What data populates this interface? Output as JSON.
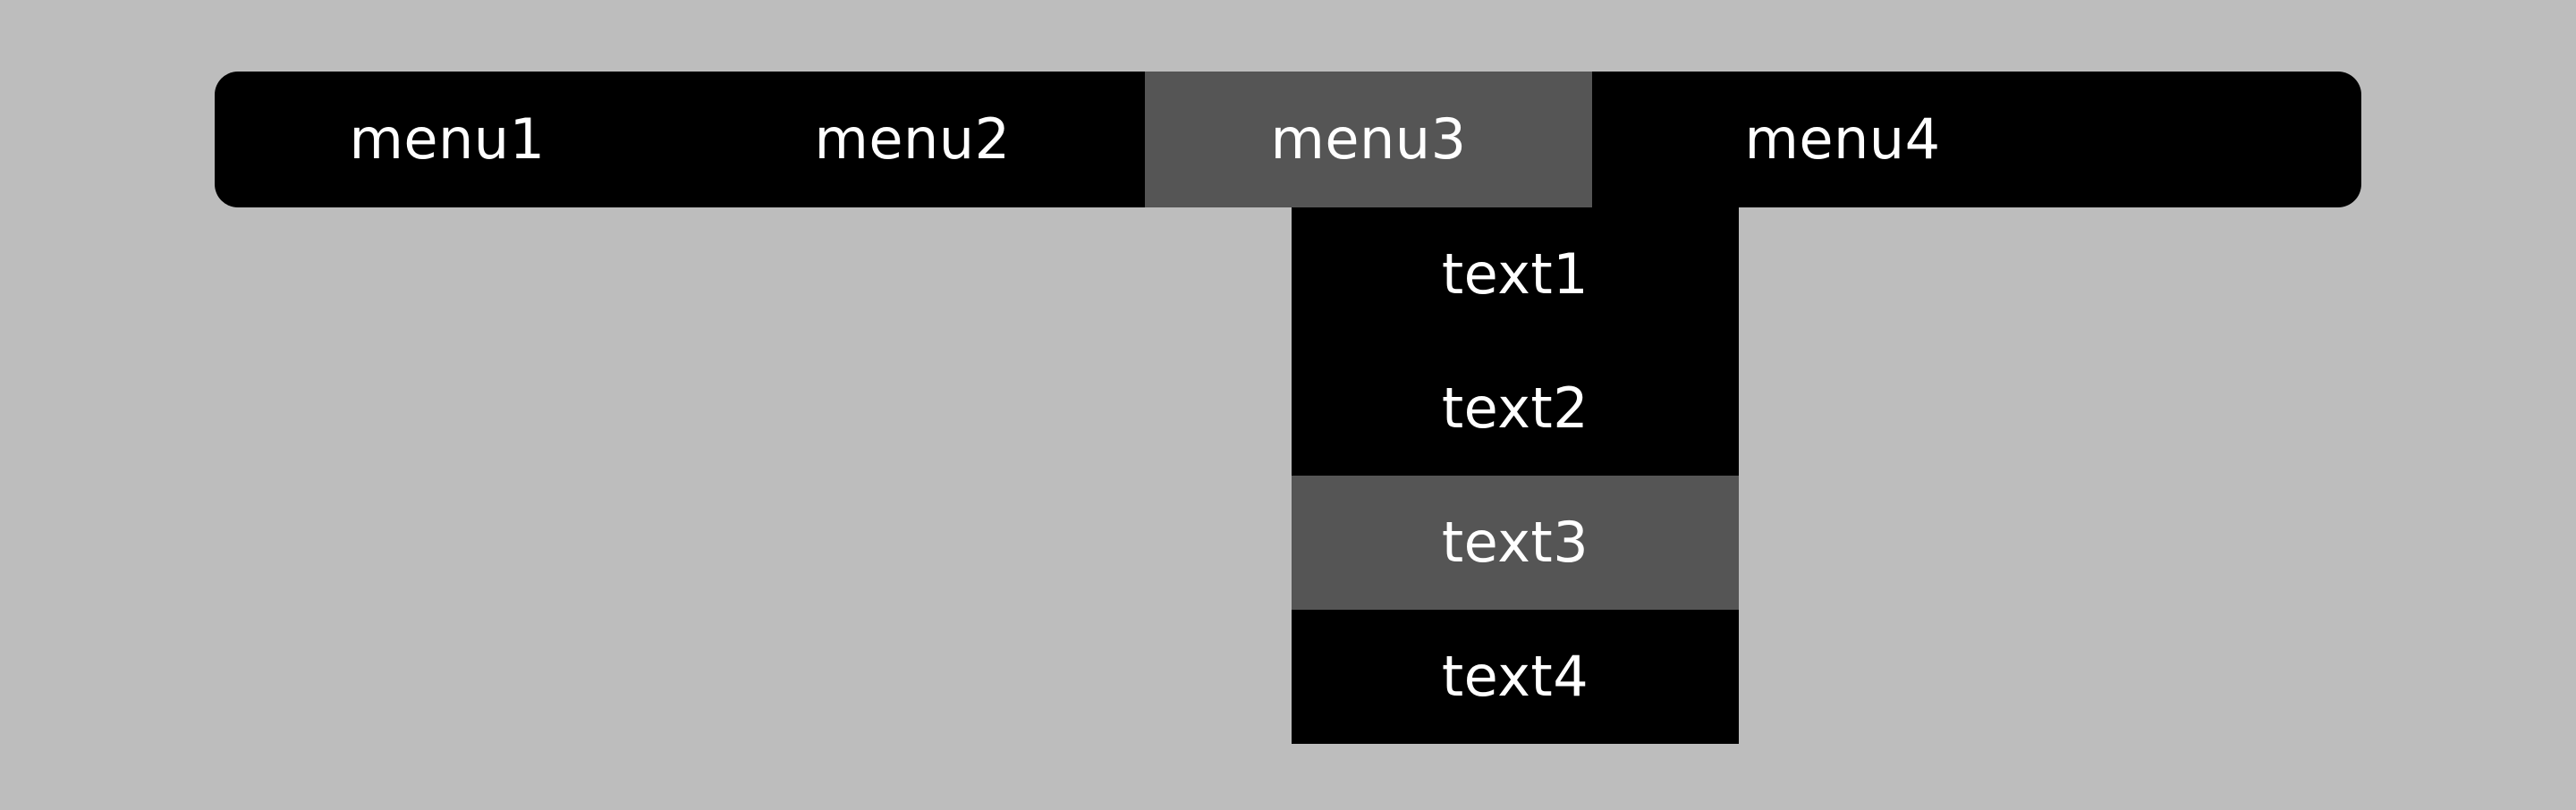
{
  "page": {
    "background_color": "#bdbdbd",
    "text_color": "#ffffff",
    "bar_color": "#000000",
    "highlight_color": "#555555"
  },
  "menubar": {
    "items": [
      {
        "label": "menu1",
        "active": false,
        "has_dropdown": false
      },
      {
        "label": "menu2",
        "active": false,
        "has_dropdown": false
      },
      {
        "label": "menu3",
        "active": true,
        "has_dropdown": true
      },
      {
        "label": "menu4",
        "active": false,
        "has_dropdown": false
      }
    ]
  },
  "dropdown": {
    "parent": "menu3",
    "open": true,
    "items": [
      {
        "label": "text1",
        "active": false
      },
      {
        "label": "text2",
        "active": false
      },
      {
        "label": "text3",
        "active": true
      },
      {
        "label": "text4",
        "active": false
      }
    ]
  }
}
